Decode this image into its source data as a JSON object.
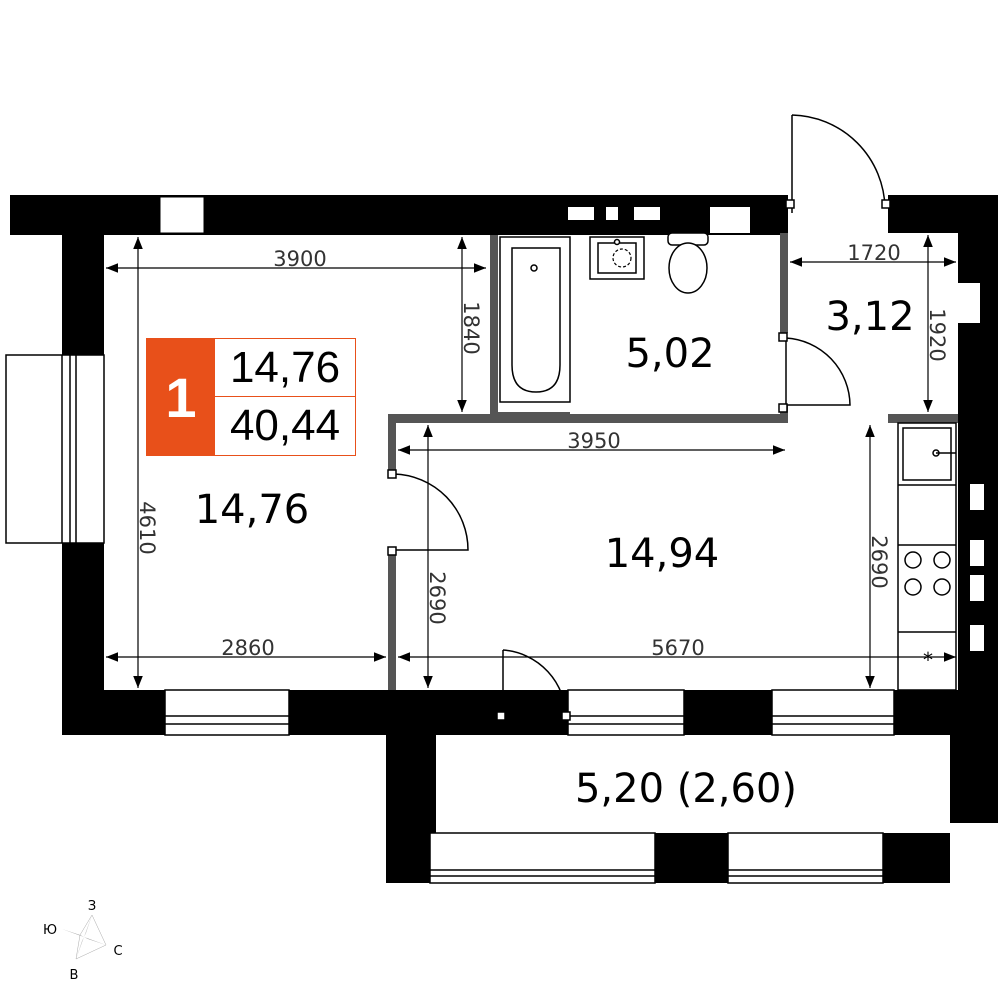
{
  "badge": {
    "rooms": "1",
    "living_area": "14,76",
    "total_area": "40,44"
  },
  "rooms": [
    {
      "id": "living-room",
      "area": "14,76"
    },
    {
      "id": "bathroom",
      "area": "5,02"
    },
    {
      "id": "hallway",
      "area": "3,12"
    },
    {
      "id": "kitchen",
      "area": "14,94"
    },
    {
      "id": "balcony",
      "area": "5,20 (2,60)"
    }
  ],
  "dimensions": {
    "living_width_top": "3900",
    "living_width_bottom": "2860",
    "living_height": "4610",
    "bathroom_height": "1840",
    "hallway_width": "1720",
    "hallway_height": "1920",
    "kitchen_width_top": "3950",
    "kitchen_width_bottom": "5670",
    "kitchen_height_left": "2690",
    "kitchen_height_right": "2690"
  },
  "compass": {
    "north": "С",
    "south": "Ю",
    "west": "З",
    "east": "В"
  },
  "colors": {
    "accent": "#e8501a",
    "wall": "#000000",
    "partition": "#555555"
  }
}
